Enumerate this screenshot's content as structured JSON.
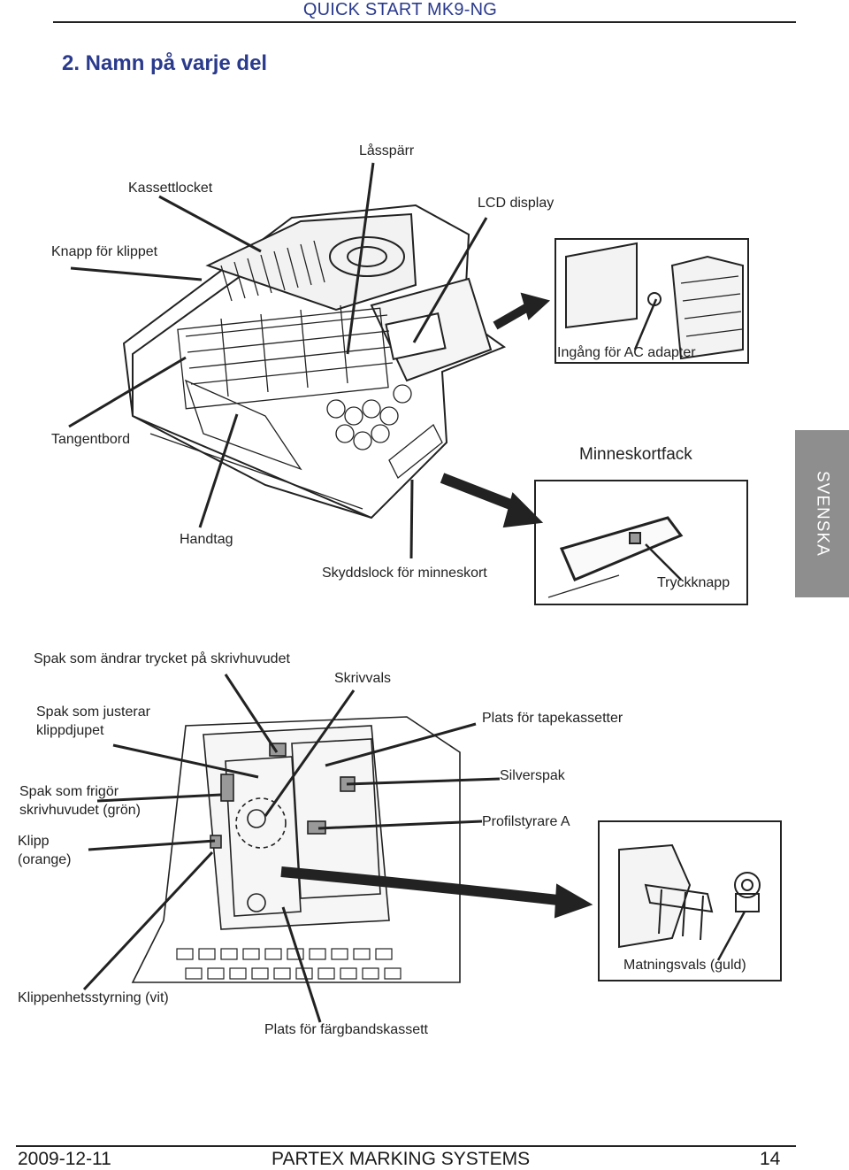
{
  "header": {
    "title": "QUICK START MK9-NG"
  },
  "section": {
    "title": "2. Namn på varje del"
  },
  "side_tab": {
    "label": "SVENSKA"
  },
  "labels": {
    "lasparr": "Låsspärr",
    "kassettlocket": "Kassettlocket",
    "lcd": "LCD display",
    "knapp_klippet": "Knapp för klippet",
    "ac_adapter": "Ingång för AC adapter",
    "tangentbord": "Tangentbord",
    "minneskortfack": "Minneskortfack",
    "handtag": "Handtag",
    "skyddslock": "Skyddslock för minneskort",
    "tryckknapp": "Tryckknapp",
    "spak_trycket": "Spak som ändrar trycket på skrivhuvudet",
    "skrivvals": "Skrivvals",
    "spak_klipp_1": "Spak som justerar",
    "spak_klipp_2": "klippdjupet",
    "plats_tape": "Plats för tapekassetter",
    "silverspak": "Silverspak",
    "spak_frigor_1": "Spak som frigör",
    "spak_frigor_2": "skrivhuvudet (grön)",
    "profilstyrare": "Profilstyrare A",
    "klipp_1": "Klipp",
    "klipp_2": "(orange)",
    "matningsvals": "Matningsvals (guld)",
    "klippenhet": "Klippenhetsstyrning (vit)",
    "fargband": "Plats för färgbandskassett"
  },
  "footer": {
    "date": "2009-12-11",
    "company": "PARTEX MARKING SYSTEMS",
    "page": "14"
  },
  "colors": {
    "heading": "#2a3a8c",
    "tab": "#8e8e8e",
    "line": "#111111"
  }
}
